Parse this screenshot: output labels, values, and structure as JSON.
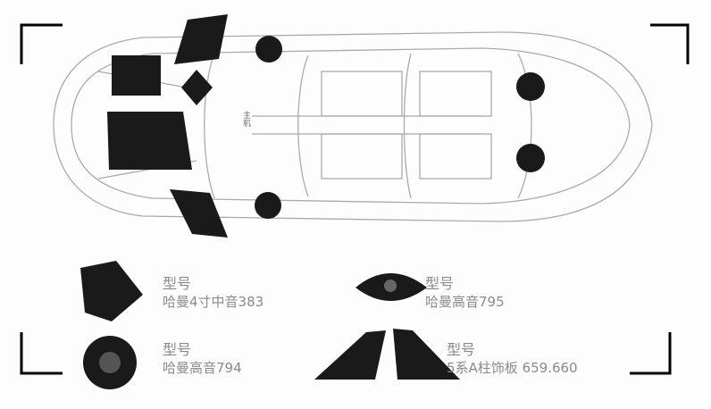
{
  "diagram": {
    "head_unit_label": "主机",
    "parts": [
      {
        "title": "型号",
        "name": "哈曼4寸中音383"
      },
      {
        "title": "型号",
        "name": "哈曼高音795"
      },
      {
        "title": "型号",
        "name": "哈曼高音794"
      },
      {
        "title": "型号",
        "name": "5系A柱饰板 659.660"
      }
    ]
  }
}
